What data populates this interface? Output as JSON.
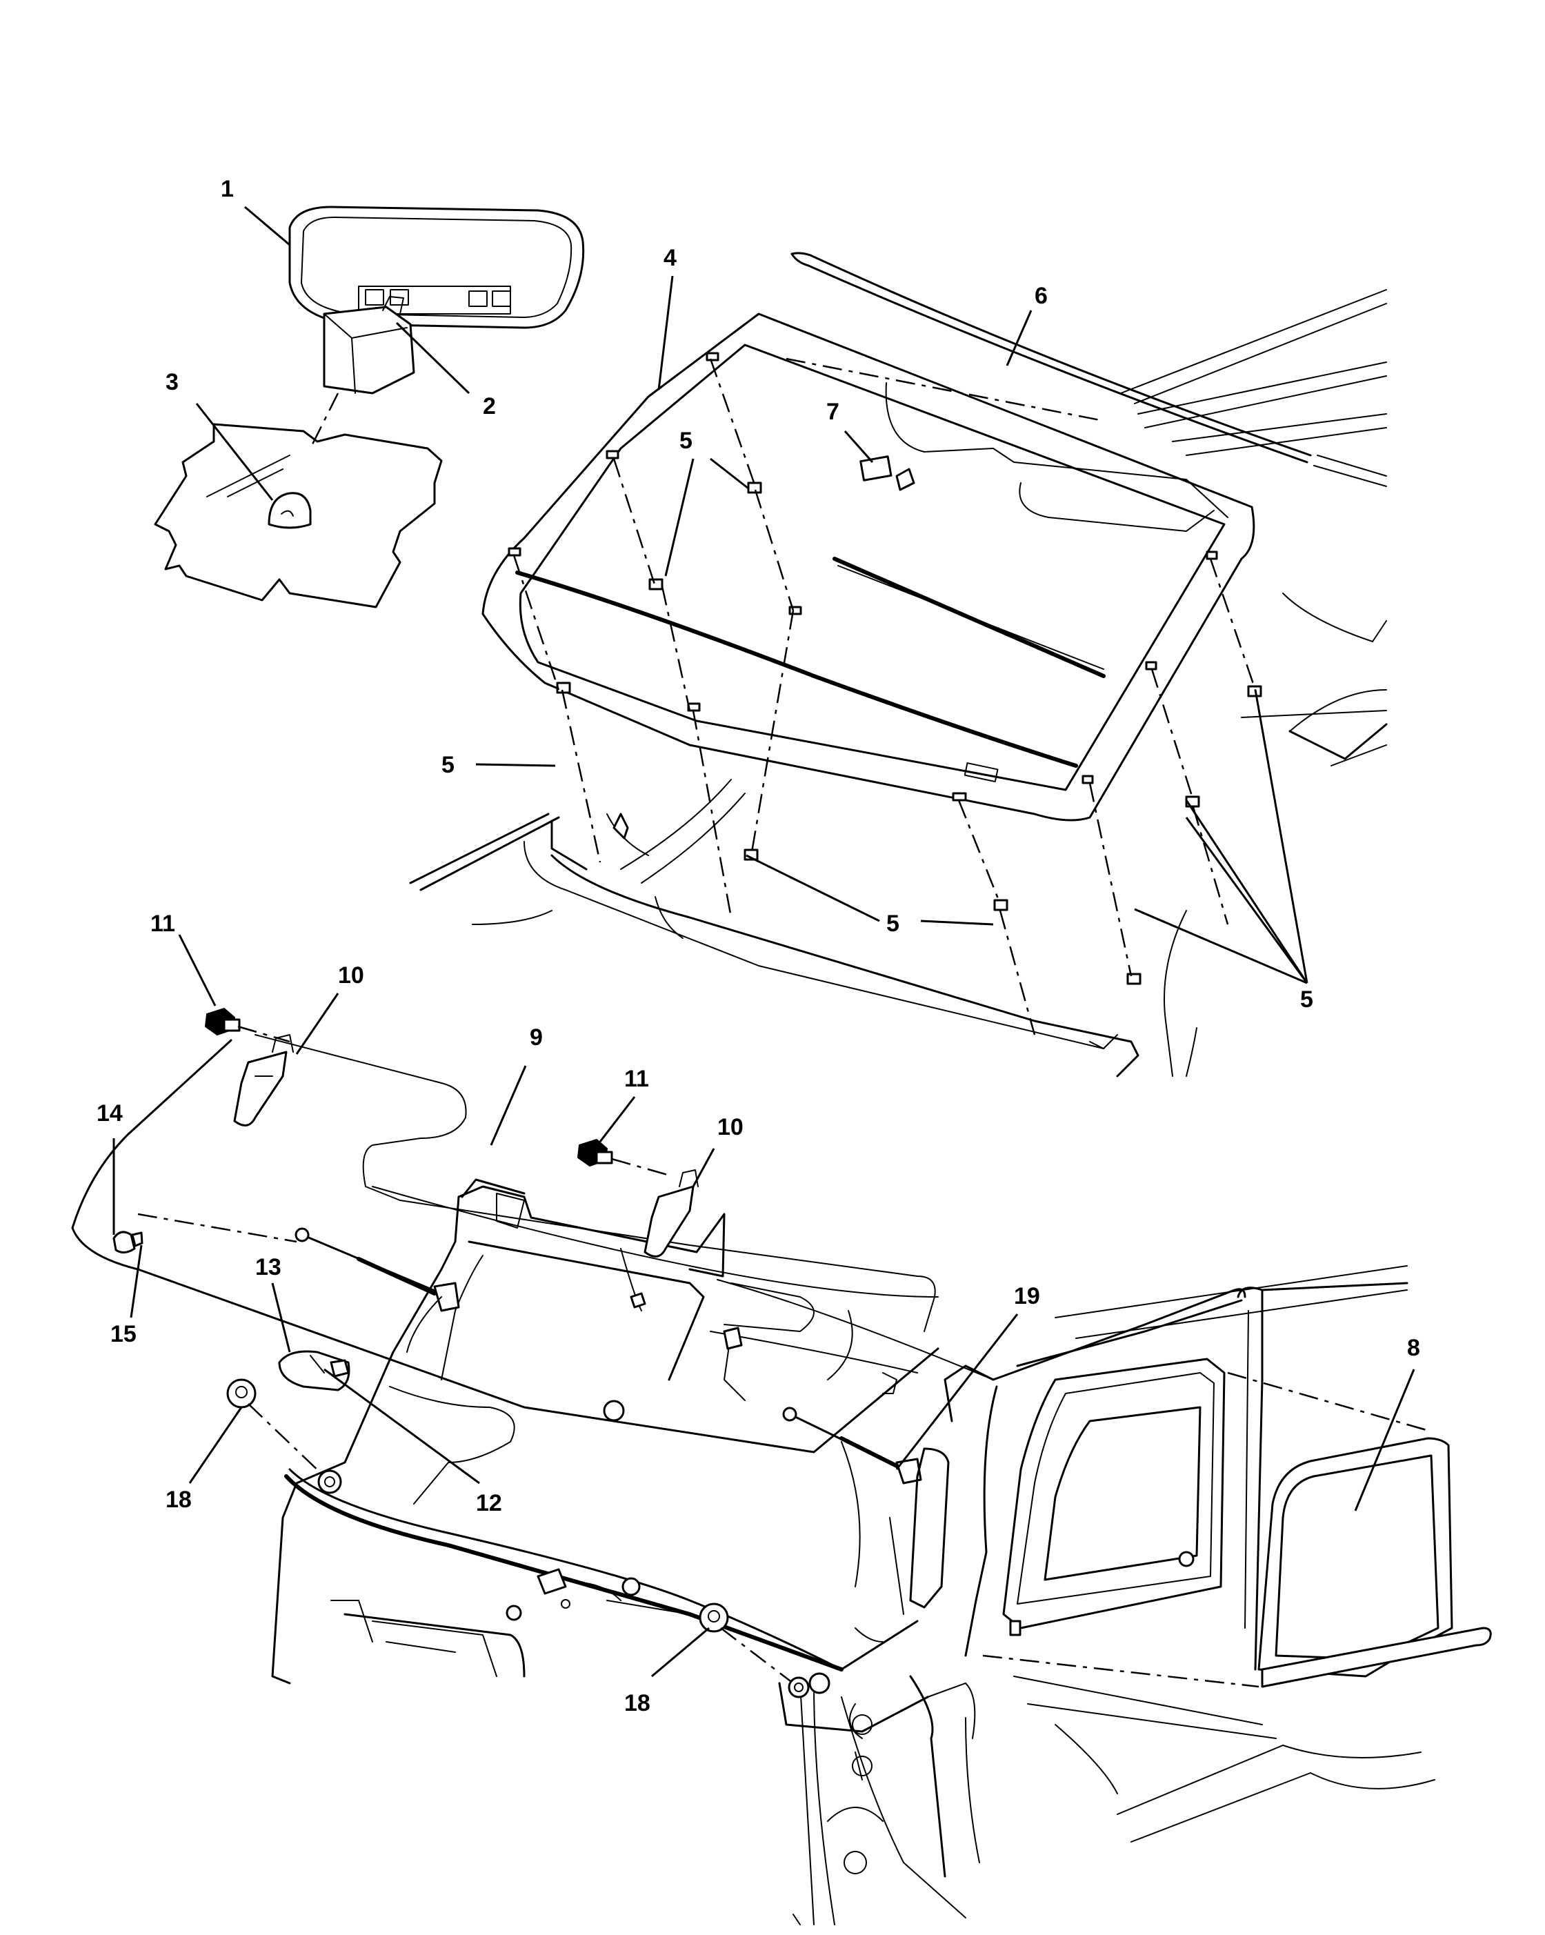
{
  "diagram": {
    "callouts": [
      "1",
      "2",
      "3",
      "4",
      "5",
      "6",
      "7",
      "8",
      "9",
      "10",
      "11",
      "12",
      "13",
      "14",
      "15",
      "18",
      "19"
    ]
  }
}
